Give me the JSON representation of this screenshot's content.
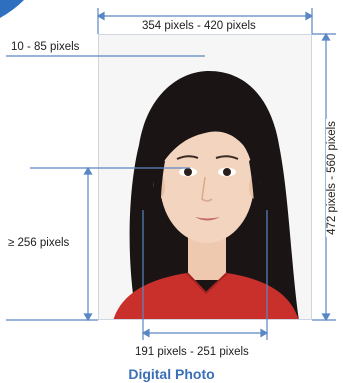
{
  "dimensions": {
    "width_label": "354 pixels - 420 pixels",
    "height_label": "472 pixels - 560 pixels",
    "top_gap_label": "10 - 85 pixels",
    "eye_height_label": "≥ 256 pixels",
    "face_width_label": "191 pixels - 251 pixels"
  },
  "caption": "Digital Photo",
  "colors": {
    "guide_line": "#5b86c4",
    "caption": "#3b6fb6",
    "shirt": "#c9302c",
    "hair": "#1a1414",
    "corner_tab": "#2f6fc0"
  },
  "icons": {
    "corner": "corner-tab-shape"
  }
}
